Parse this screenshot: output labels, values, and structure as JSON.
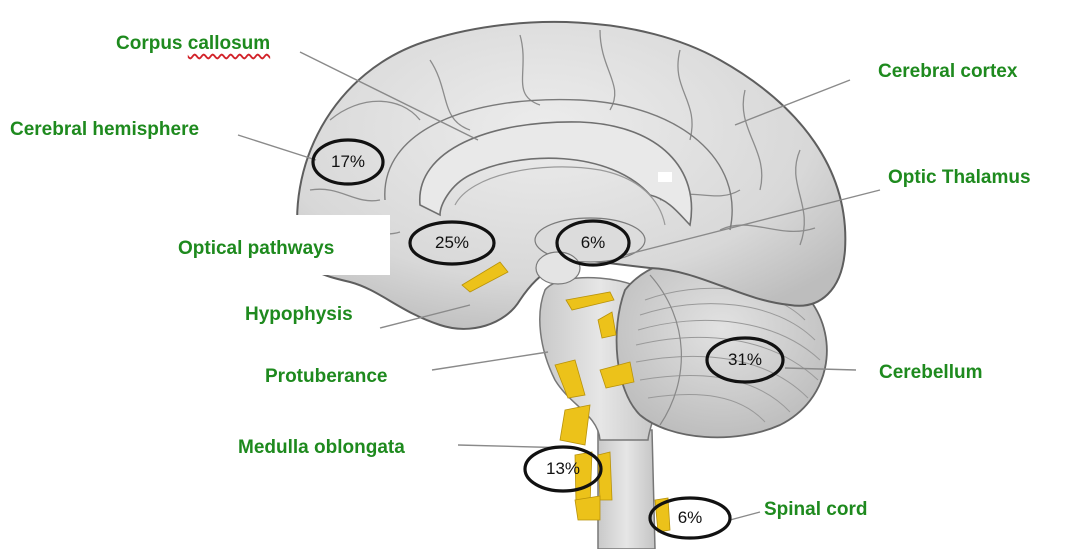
{
  "colors": {
    "label": "#1e8a1e",
    "leader_line": "#8a8a8a",
    "brain_fill": "#d9d9d9",
    "brain_outline": "#6b6b6b",
    "nerve_yellow": "#ecc21a",
    "circle": "#111111"
  },
  "labels": {
    "corpus_callosum": "Corpus callosum",
    "cerebral_hemisphere": "Cerebral hemisphere",
    "cerebral_cortex": "Cerebral cortex",
    "optic_thalamus": "Optic Thalamus",
    "optical_pathways": "Optical pathways",
    "hypophysis": "Hypophysis",
    "protuberance": "Protuberance",
    "cerebellum": "Cerebellum",
    "medulla_oblongata": "Medulla oblongata",
    "spinal_cord": "Spinal cord"
  },
  "percentages": {
    "cerebral_hemisphere": "17%",
    "optical_pathways": "25%",
    "optic_thalamus": "6%",
    "cerebellum": "31%",
    "medulla_oblongata": "13%",
    "spinal_cord": "6%"
  },
  "annotations": {
    "spelling_flag_word": "callosum"
  }
}
